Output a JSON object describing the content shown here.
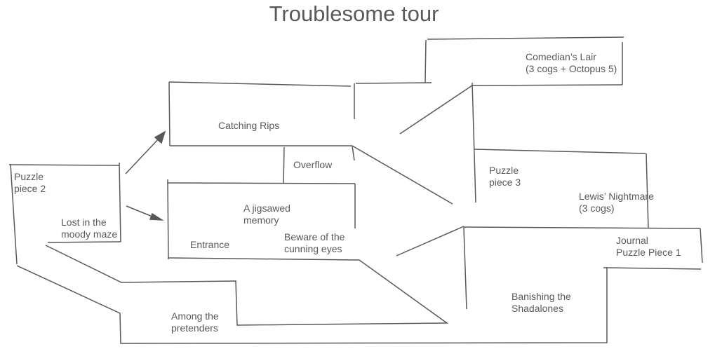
{
  "title": "Troublesome tour",
  "colors": {
    "line": "#595959",
    "text": "#595959",
    "background": "#ffffff"
  },
  "rooms": {
    "puzzle_piece_2": "Puzzle\npiece 2",
    "lost_in_moody_maze": "Lost in the\nmoody maze",
    "catching_rips": "Catching Rips",
    "overflow": "Overflow",
    "jigsawed_memory": "A jigsawed\nmemory",
    "entrance": "Entrance",
    "beware_cunning_eyes": "Beware of the\ncunning eyes",
    "among_pretenders": "Among the\npretenders",
    "comedians_lair": "Comedian’s Lair\n(3 cogs + Octopus 5)",
    "puzzle_piece_3": "Puzzle\npiece 3",
    "lewis_nightmare": "Lewis’ Nightmare\n(3 cogs)",
    "journal_puzzle_piece_1": "Journal\nPuzzle Piece 1",
    "banishing_shadalones": "Banishing the\nShadalones"
  }
}
